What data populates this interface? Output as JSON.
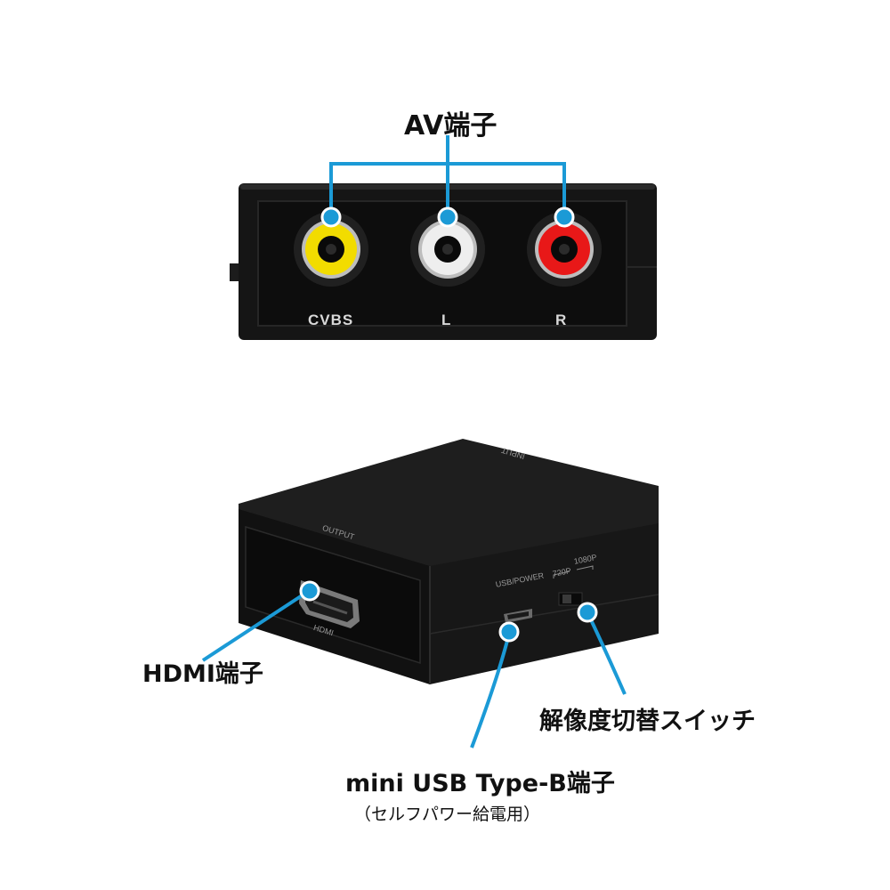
{
  "callouts": {
    "av": "AV端子",
    "hdmi": "HDMI端子",
    "usb": "mini USB Type-B端子",
    "usb_note": "（セルフパワー給電用）",
    "switch": "解像度切替スイッチ"
  },
  "top_device": {
    "jack_labels": [
      "CVBS",
      "L",
      "R"
    ]
  },
  "bottom_device": {
    "output": "OUTPUT",
    "input": "INPUT",
    "hdmi": "HDMI",
    "usb_power": "USB/POWER",
    "p720": "720P",
    "p1080": "1080P"
  },
  "colors": {
    "callout_line": "#1b9ad6",
    "callout_dot": "#1b9ad6",
    "device_body": "#161616",
    "jack_yellow": "#f2dc00",
    "jack_white": "#eeeeee",
    "jack_red": "#e81818"
  }
}
